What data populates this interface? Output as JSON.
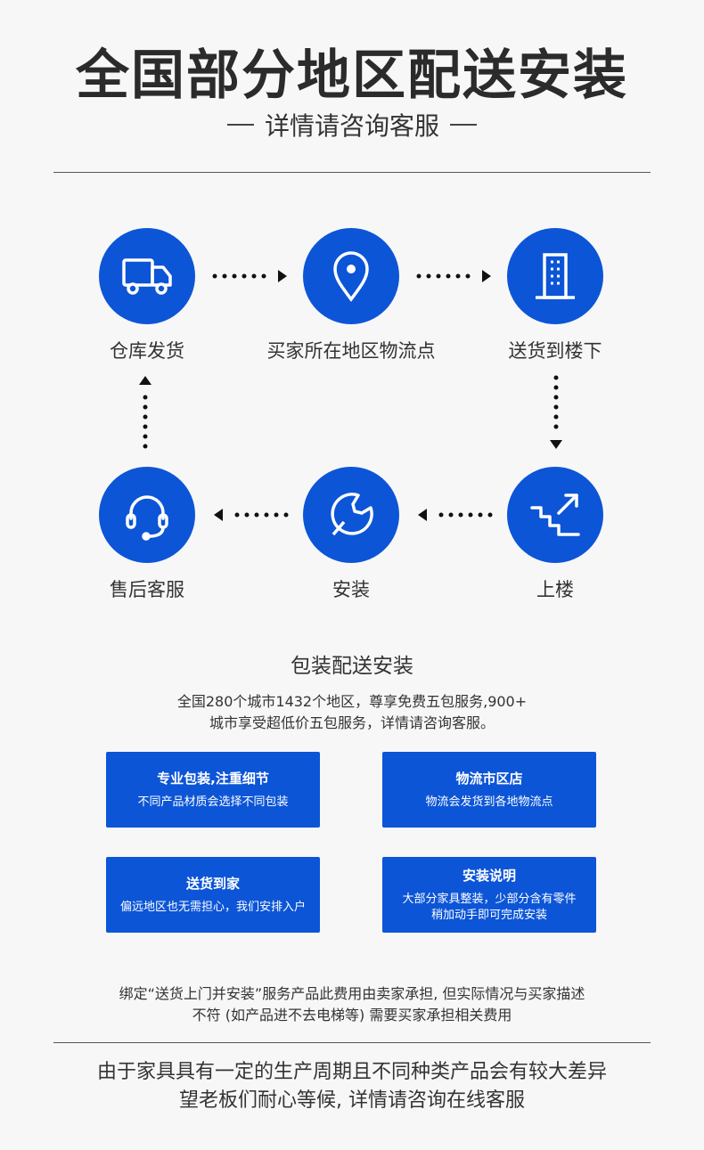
{
  "header": {
    "title": "全国部分地区配送安装",
    "subtitle": "详情请咨询客服"
  },
  "flow": {
    "steps": [
      {
        "label": "仓库发货",
        "icon": "truck-icon"
      },
      {
        "label": "买家所在地区物流点",
        "icon": "location-pin-icon"
      },
      {
        "label": "送货到楼下",
        "icon": "building-icon"
      },
      {
        "label": "上楼",
        "icon": "stairs-icon"
      },
      {
        "label": "安装",
        "icon": "wrench-icon"
      },
      {
        "label": "售后客服",
        "icon": "headset-icon"
      }
    ]
  },
  "service": {
    "title": "包装配送安装",
    "intro_line1": "全国280个城市1432个地区，尊享免费五包服务,900+",
    "intro_line2": "城市享受超低价五包服务，详情请咨询客服。",
    "cards": [
      {
        "title": "专业包装,注重细节",
        "desc_line1": "不同产品材质会选择不同包装",
        "desc_line2": ""
      },
      {
        "title": "物流市区店",
        "desc_line1": "物流会发货到各地物流点",
        "desc_line2": ""
      },
      {
        "title": "送货到家",
        "desc_line1": "偏远地区也无需担心，我们安排入户",
        "desc_line2": ""
      },
      {
        "title": "安装说明",
        "desc_line1": "大部分家具整装，少部分含有零件",
        "desc_line2": "稍加动手即可完成安装"
      }
    ]
  },
  "note": {
    "line1": "绑定“送货上门并安装”服务产品此费用由卖家承担, 但实际情况与买家描述",
    "line2": "不符 (如产品进不去电梯等) 需要买家承担相关费用"
  },
  "footer": {
    "line1": "由于家具具有一定的生产周期且不同种类产品会有较大差异",
    "line2": "望老板们耐心等候, 详情请咨询在线客服"
  },
  "colors": {
    "accent": "#0c55d7",
    "background": "#f7f7f7"
  }
}
